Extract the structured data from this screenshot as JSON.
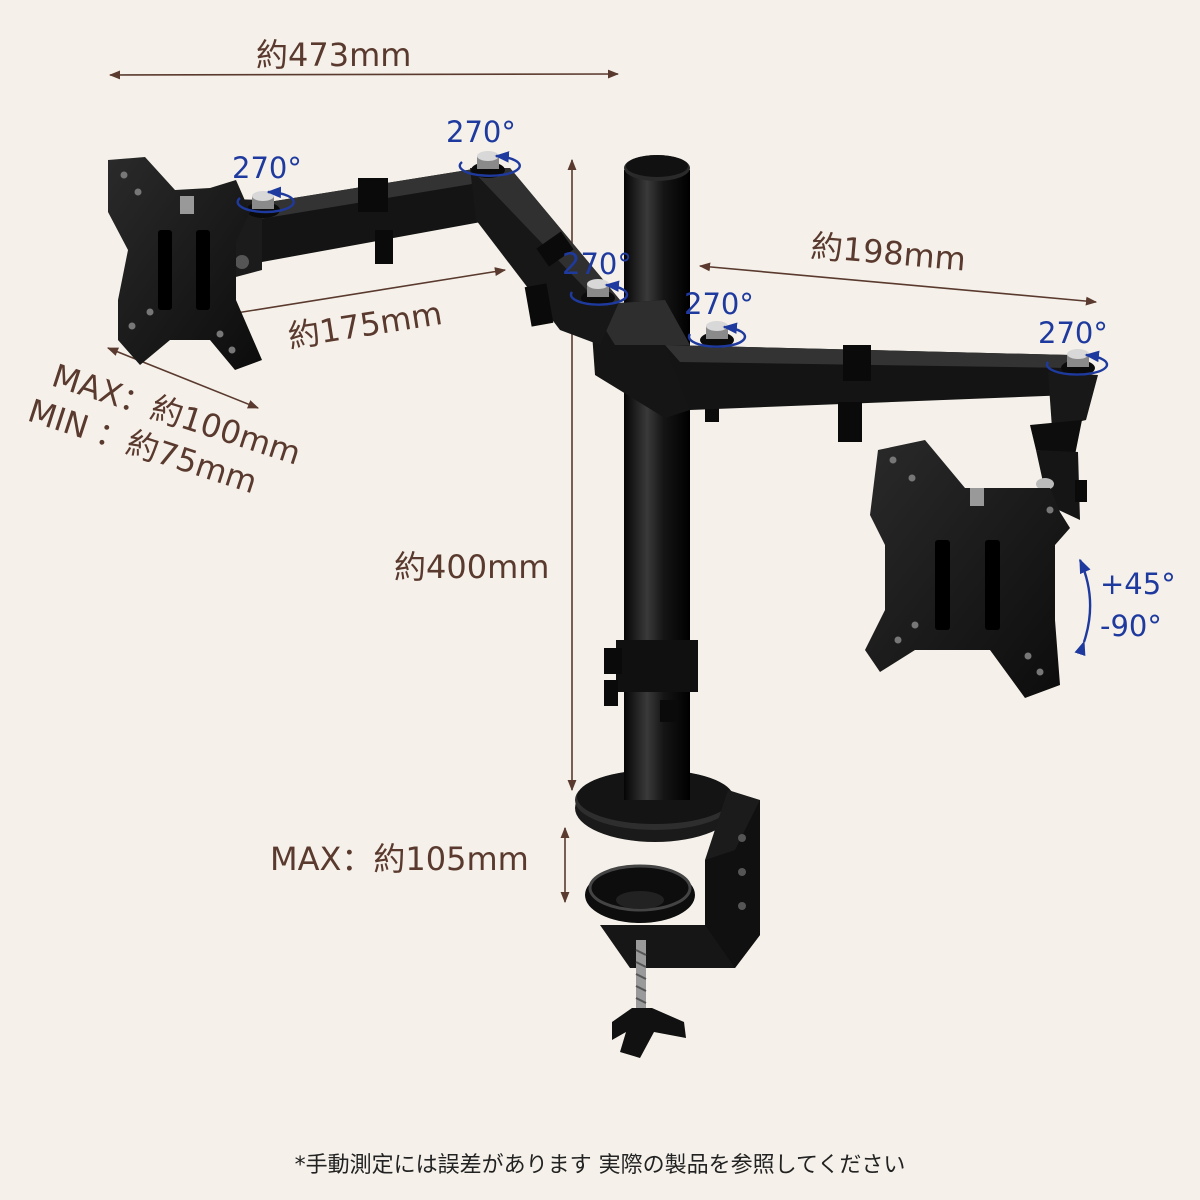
{
  "dimensions": {
    "total_width": "約473mm",
    "left_arm": "約175mm",
    "right_arm": "約198mm",
    "pole_height": "約400mm",
    "vesa_max": "MAX：約100mm",
    "vesa_min": "MIN ：約75mm",
    "clamp_max": "MAX：約105mm"
  },
  "rotations": {
    "left_mount": "270°",
    "left_upper_joint": "270°",
    "left_lower_joint": "270°",
    "right_inner_joint": "270°",
    "right_mount": "270°"
  },
  "tilt": {
    "up": "+45°",
    "down": "-90°"
  },
  "footnote": "*手動測定には誤差があります 実際の製品を参照してください",
  "colors": {
    "background": "#f5f1ea",
    "dimension_text": "#5a3a2e",
    "rotation_accent": "#1f3a9e",
    "metal": "#161616"
  }
}
